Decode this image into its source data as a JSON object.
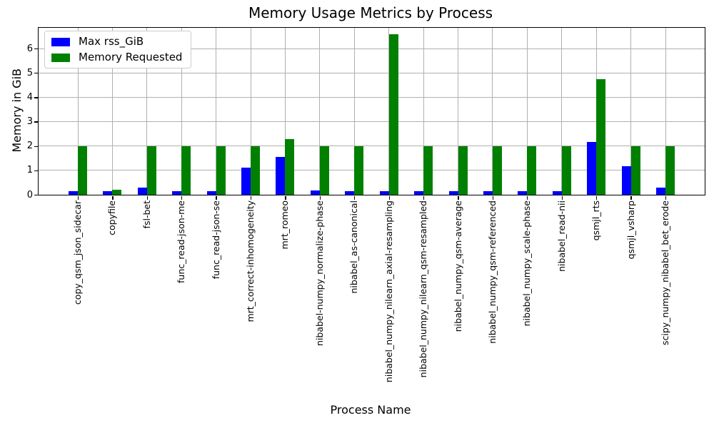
{
  "title": "Memory Usage Metrics by Process",
  "colors": {
    "max_rss": "#0000ff",
    "memory_requested": "#008000",
    "grid": "#b0b0b0",
    "frame": "#000000",
    "background": "#ffffff"
  },
  "chart_data": {
    "type": "bar",
    "title": "Memory Usage Metrics by Process",
    "xlabel": "Process Name",
    "ylabel": "Memory in GiB",
    "ylim": [
      0,
      6.85
    ],
    "yticks": [
      0,
      1,
      2,
      3,
      4,
      5,
      6
    ],
    "grid": true,
    "legend_position": "upper left",
    "categories": [
      "copy_qsm_json_sidecar",
      "copyfile",
      "fsl-bet",
      "func_read-json-me",
      "func_read-json-se",
      "mrt_correct-inhomogeneity",
      "mrt_romeo",
      "nibabel-numpy_normalize-phase",
      "nibabel_as-canonical",
      "nibabel_numpy_nilearn_axial-resampling",
      "nibabel_numpy_nilearn_qsm-resampled",
      "nibabel_numpy_qsm-average",
      "nibabel_numpy_qsm-referenced",
      "nibabel_numpy_scale-phase",
      "nibabel_read-nii",
      "qsmjl_rts",
      "qsmjl_vsharp",
      "scipy_numpy_nibabel_bet_erode"
    ],
    "series": [
      {
        "name": "Max rss_GiB",
        "color": "#0000ff",
        "values": [
          0.15,
          0.15,
          0.29,
          0.15,
          0.15,
          1.12,
          1.54,
          0.17,
          0.15,
          0.14,
          0.15,
          0.14,
          0.14,
          0.14,
          0.14,
          2.17,
          1.16,
          0.28
        ]
      },
      {
        "name": "Memory Requested",
        "color": "#008000",
        "values": [
          2.0,
          0.21,
          2.0,
          2.0,
          2.0,
          2.0,
          2.27,
          2.0,
          2.0,
          6.6,
          2.0,
          2.0,
          2.0,
          2.0,
          2.0,
          4.75,
          2.0,
          2.0
        ]
      }
    ]
  }
}
